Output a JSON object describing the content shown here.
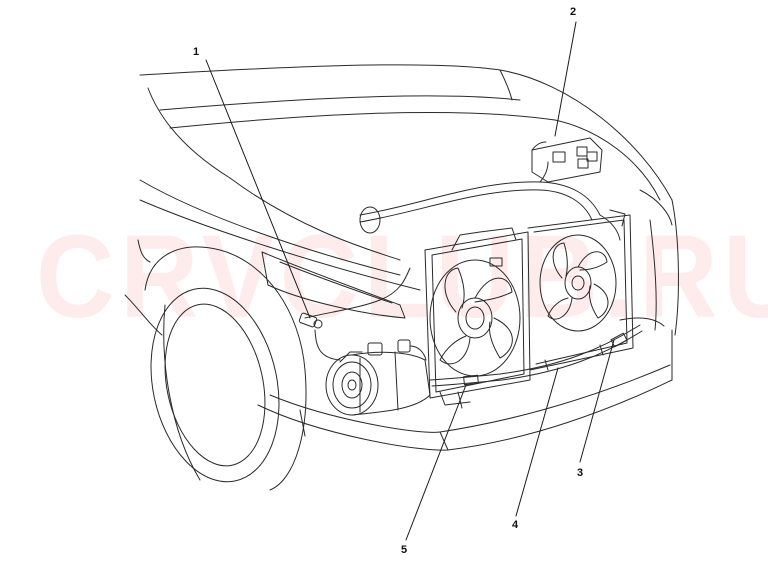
{
  "watermark": {
    "text": "CRVCLUB.RU",
    "color": "#f23c3c"
  },
  "callouts": [
    {
      "id": "1",
      "label": "1"
    },
    {
      "id": "2",
      "label": "2"
    },
    {
      "id": "3",
      "label": "3"
    },
    {
      "id": "4",
      "label": "4"
    },
    {
      "id": "5",
      "label": "5"
    }
  ],
  "colors": {
    "line": "#2a2a2a",
    "background": "#ffffff"
  }
}
